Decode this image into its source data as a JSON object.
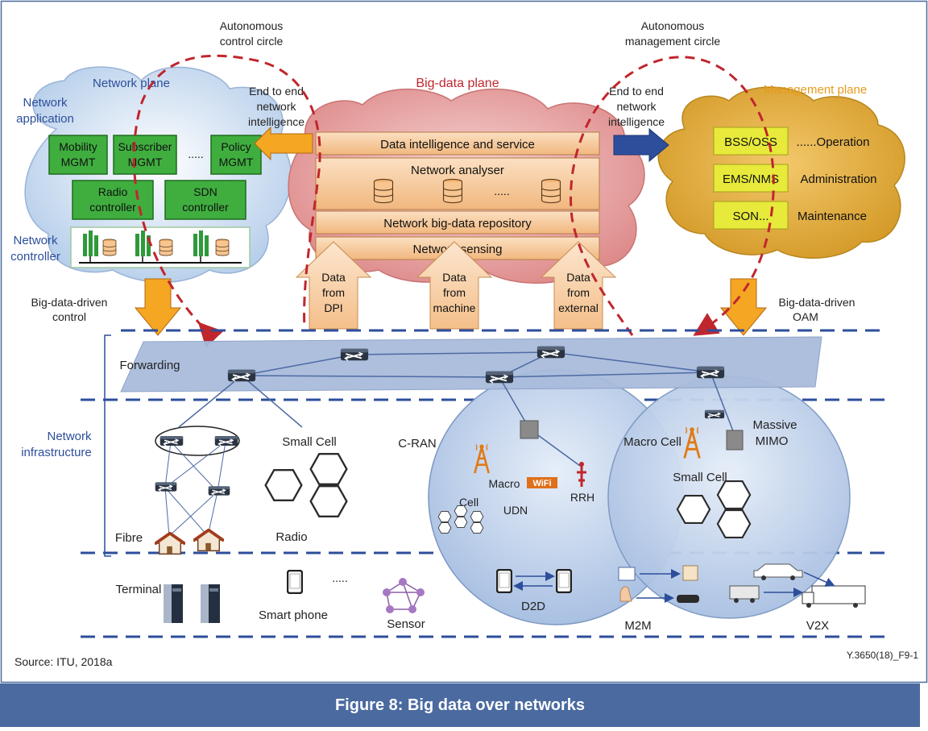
{
  "labels": {
    "autonomous_control": [
      "Autonomous",
      "control circle"
    ],
    "autonomous_management": [
      "Autonomous",
      "management circle"
    ],
    "network_plane": "Network plane",
    "bigdata_plane": "Big-data plane",
    "management_plane": "Management plane",
    "network_application": [
      "Network",
      "application"
    ],
    "network_controller": [
      "Network",
      "controller"
    ],
    "e2e_left": [
      "End to end",
      "network",
      "intelligence"
    ],
    "e2e_right": [
      "End to end",
      "network",
      "intelligence"
    ],
    "mobility": [
      "Mobility",
      "MGMT"
    ],
    "subscriber": [
      "Subscriber",
      "MGMT"
    ],
    "app_dots": ".....",
    "policy": [
      "Policy",
      "MGMT"
    ],
    "radio_ctrl": [
      "Radio",
      "controller"
    ],
    "sdn_ctrl": [
      "SDN",
      "controller"
    ],
    "data_intel": "Data intelligence and service",
    "net_analyser": "Network analyser",
    "db_dots": ".....",
    "repository": "Network big-data repository",
    "sensing": "Network sensing",
    "bss": "BSS/OSS",
    "operation": "......Operation",
    "ems": "EMS/NMS",
    "administration": "Administration",
    "son": "SON...",
    "maintenance": "Maintenance",
    "data_dpi": [
      "Data",
      "from",
      "DPI"
    ],
    "data_machine": [
      "Data",
      "from",
      "machine"
    ],
    "data_external": [
      "Data",
      "from",
      "external"
    ],
    "bd_control": [
      "Big-data-driven",
      "control"
    ],
    "bd_oam": [
      "Big-data-driven",
      "OAM"
    ],
    "forwarding": "Forwarding",
    "net_infra": [
      "Network",
      "infrastructure"
    ],
    "small_cell_left": "Small Cell",
    "fibre": "Fibre",
    "radio": "Radio",
    "cran": "C-RAN",
    "macro": "Macro",
    "cell": "Cell",
    "wifi": "WiFi",
    "udn": "UDN",
    "rrh": "RRH",
    "macro_cell": "Macro Cell",
    "massive_mimo": [
      "Massive",
      "MIMO"
    ],
    "small_cell_right": "Small Cell",
    "terminal": "Terminal",
    "smart_phone": "Smart phone",
    "term_dots": ".....",
    "sensor": "Sensor",
    "d2d": "D2D",
    "m2m": "M2M",
    "v2x": "V2X",
    "source": "Source: ITU, 2018a",
    "figure_id": "Y.3650(18)_F9-1"
  },
  "caption": "Figure 8: Big data over networks",
  "colors": {
    "network_plane_text": "#2d4e9b",
    "bigdata_plane_text": "#c0262d",
    "management_plane_text": "#e89a1a",
    "dashed_circle": "#c0262d",
    "dashed_line": "#2d4e9b",
    "green_box": "#3fae3f",
    "yellow_box": "#e7ea3a",
    "layer_band": "#f4c08d",
    "caption_bar": "#4a6aa0"
  }
}
